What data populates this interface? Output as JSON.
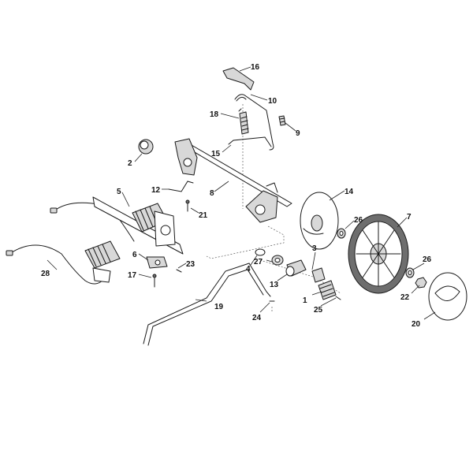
{
  "diagram": {
    "callouts": [
      "16",
      "10",
      "18",
      "9",
      "15",
      "2",
      "12",
      "8",
      "21",
      "14",
      "5",
      "26",
      "7",
      "6",
      "23",
      "4",
      "3",
      "27",
      "13",
      "17",
      "28",
      "19",
      "1",
      "25",
      "26",
      "22",
      "24",
      "20"
    ]
  }
}
